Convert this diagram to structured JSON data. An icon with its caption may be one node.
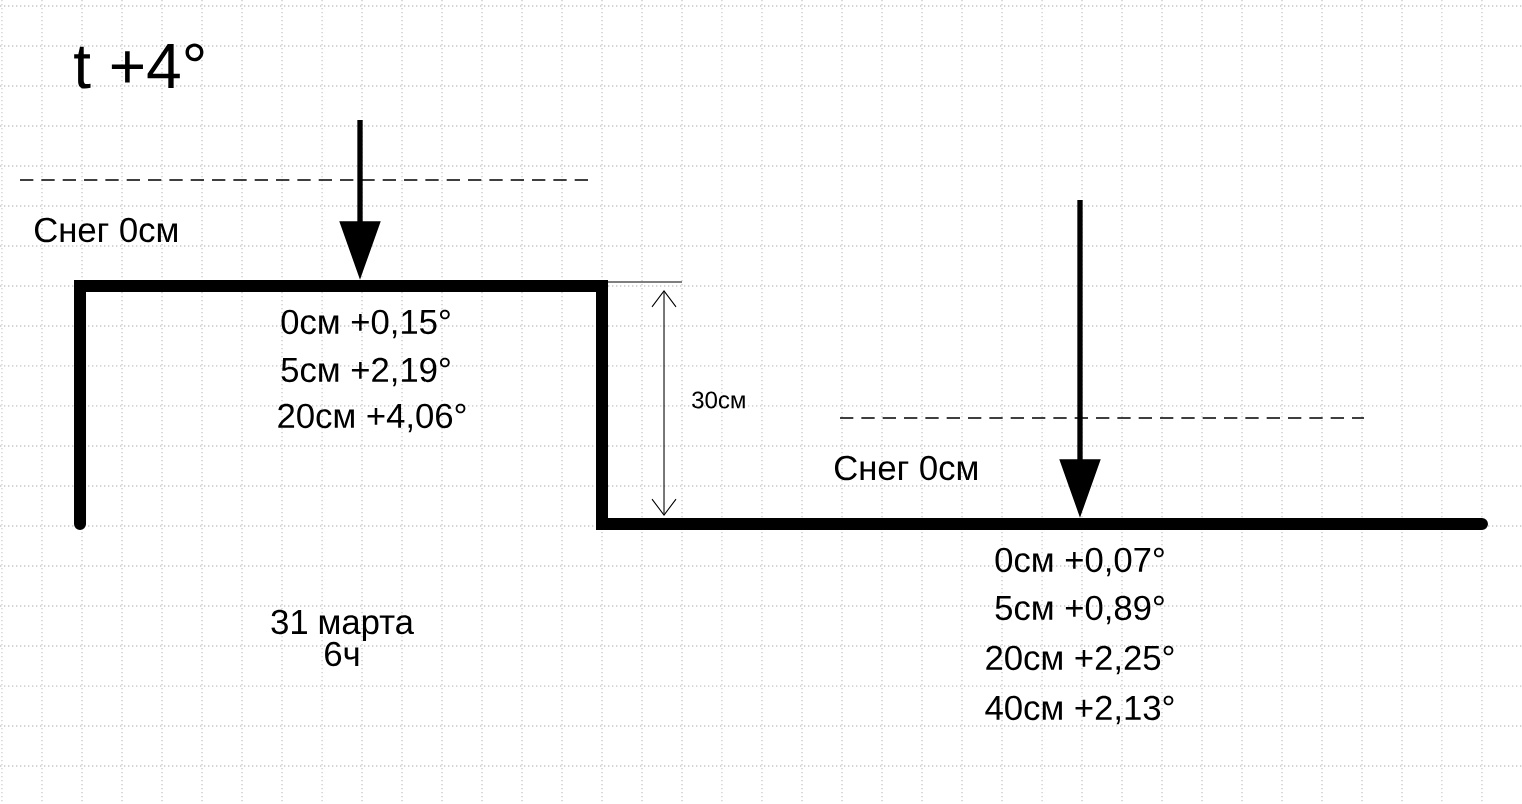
{
  "diagram": {
    "labels": [
      "t +4°",
      "Снег 0см",
      "0см  +0,15°",
      "5см  +2,19°",
      "20см  +4,06°",
      "30см",
      "Снег 0см",
      "0см  +0,07°",
      "5см  +0,89°",
      "20см  +2,25°",
      "40см  +2,13°",
      "31 марта 6ч"
    ]
  }
}
